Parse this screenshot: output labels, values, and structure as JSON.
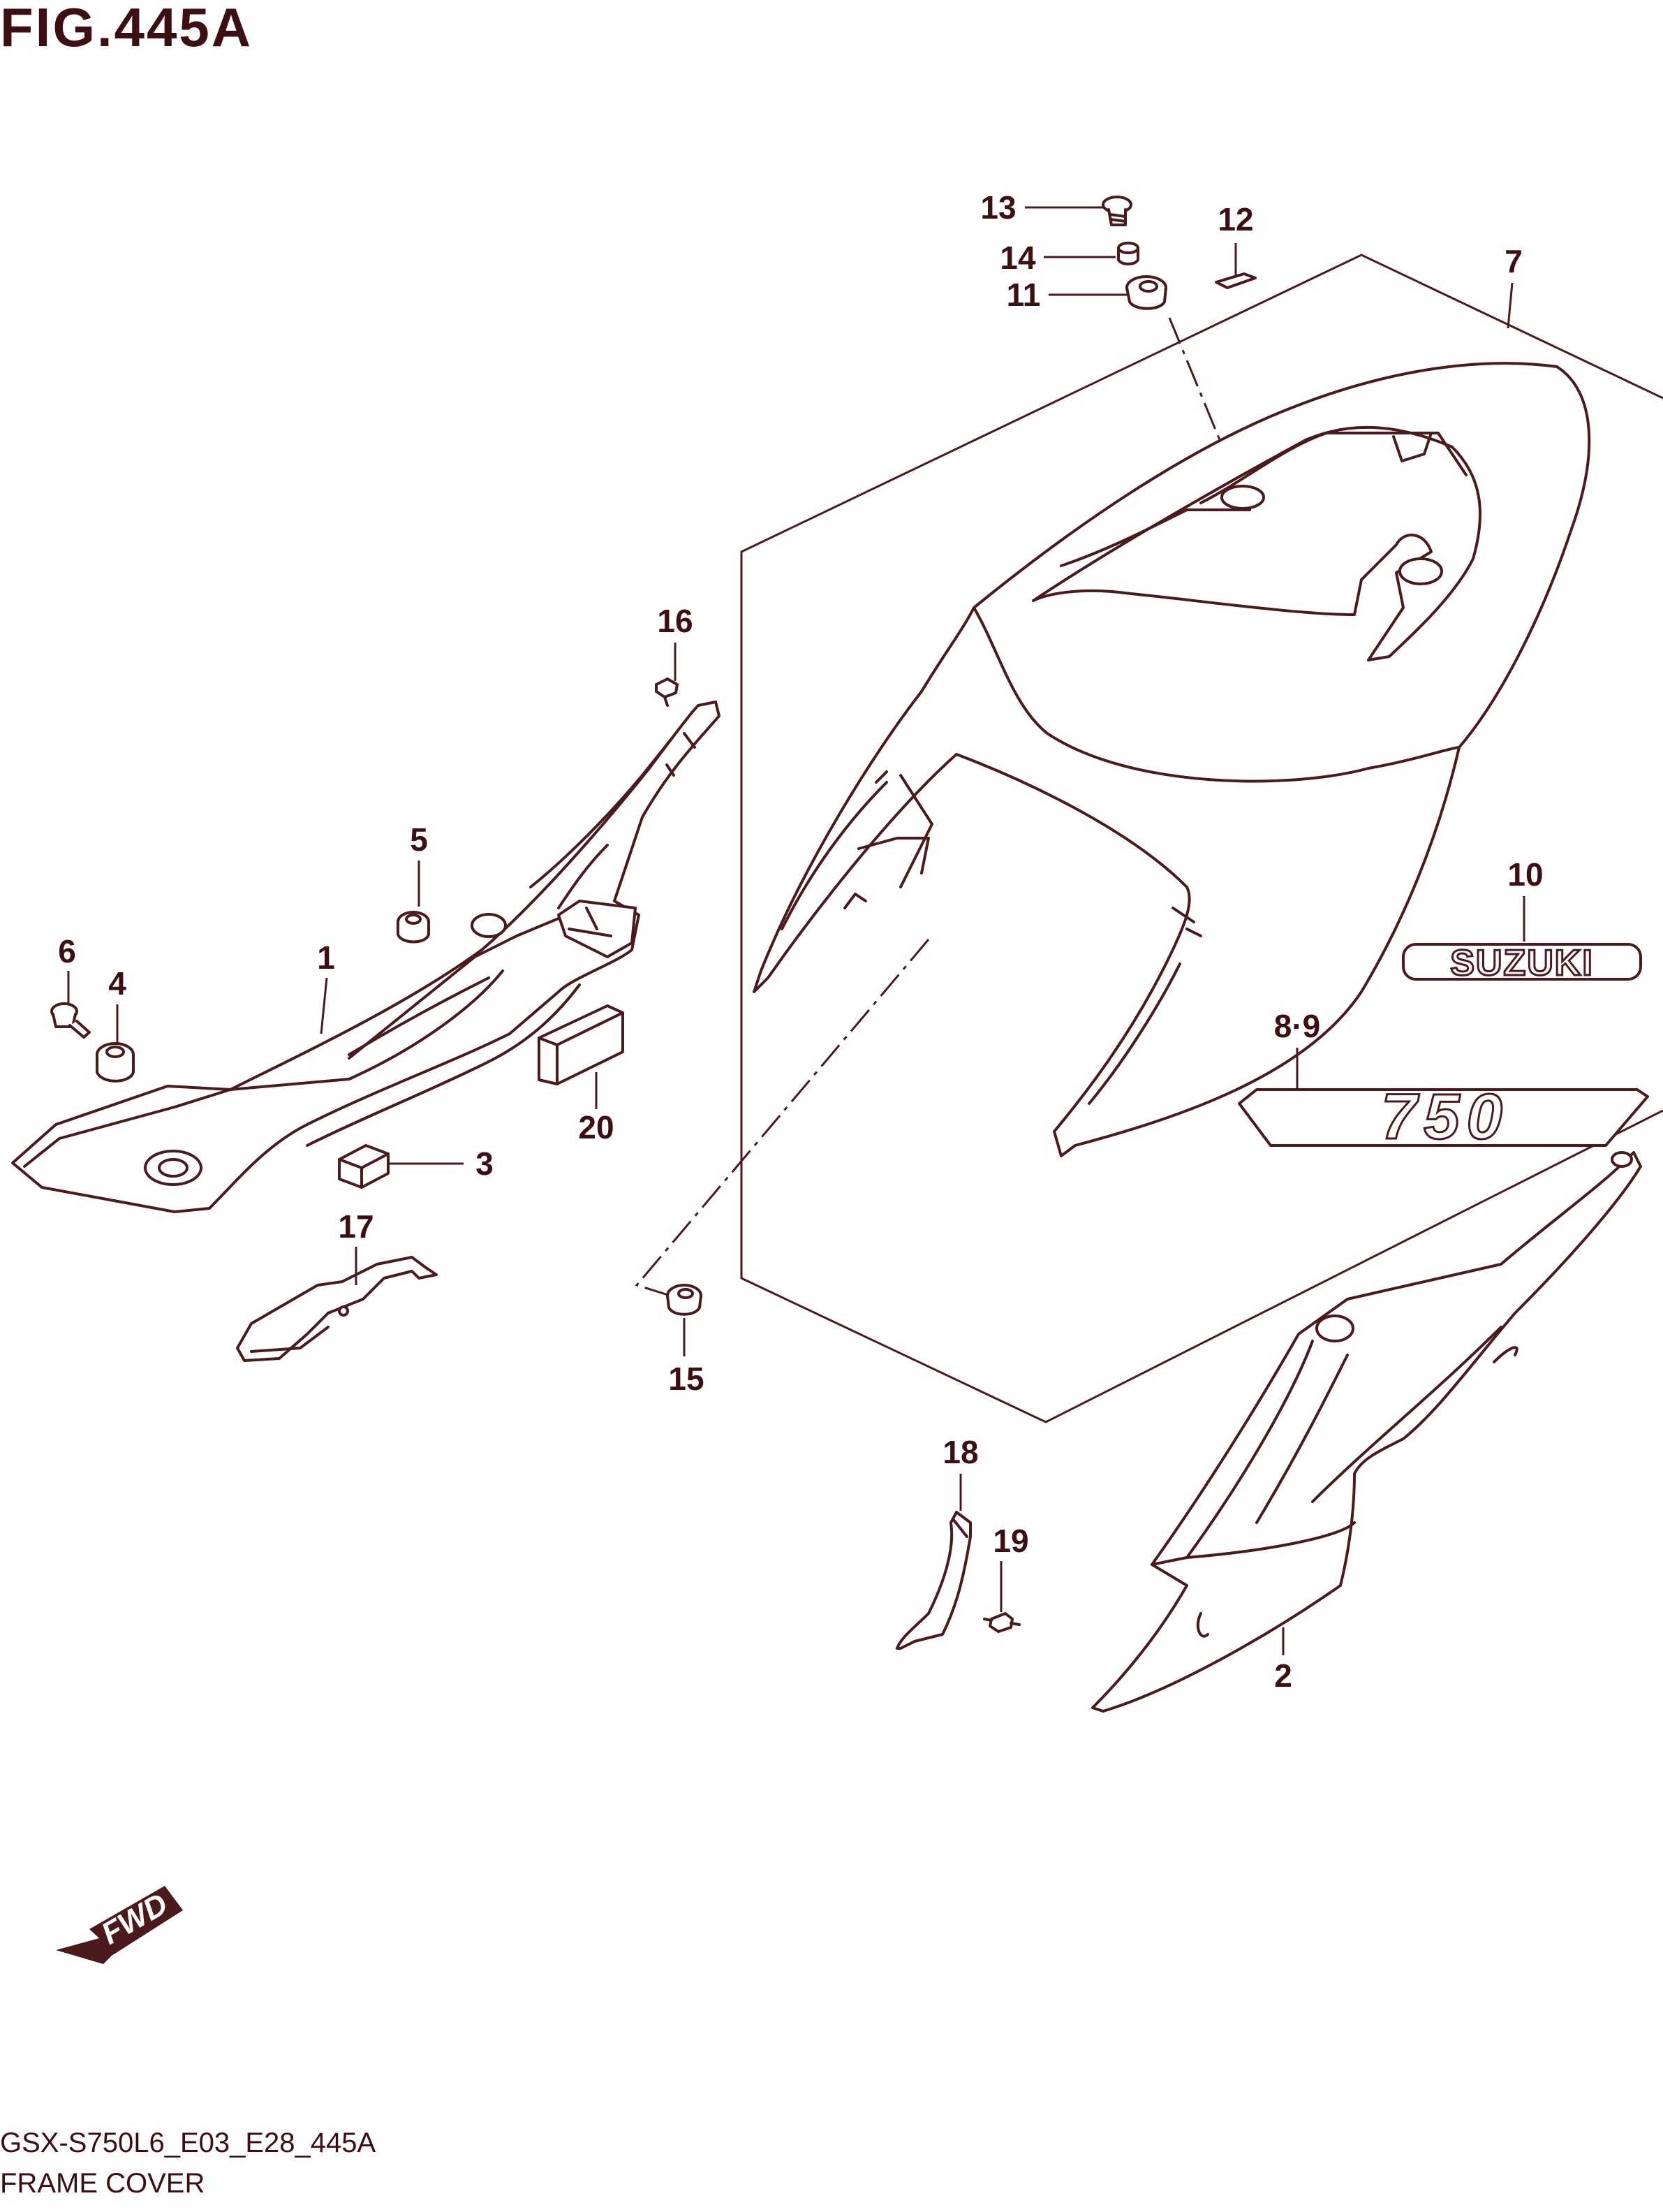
{
  "figure": {
    "title": "FIG.445A"
  },
  "footer": {
    "model_code": "GSX-S750L6_E03_E28_445A",
    "section_name": "FRAME COVER"
  },
  "callouts": {
    "c1": "1",
    "c2": "2",
    "c3": "3",
    "c4": "4",
    "c5": "5",
    "c6": "6",
    "c7": "7",
    "c89": "8·9",
    "c10": "10",
    "c11": "11",
    "c12": "12",
    "c13": "13",
    "c14": "14",
    "c15": "15",
    "c16": "16",
    "c17": "17",
    "c18": "18",
    "c19": "19",
    "c20": "20"
  },
  "decals": {
    "brand": "SUZUKI",
    "model": "750"
  },
  "fwd_arrow": {
    "label": "FWD"
  },
  "colors": {
    "line": "#4a1a1c",
    "text": "#3d0f12",
    "background": "#ffffff"
  }
}
